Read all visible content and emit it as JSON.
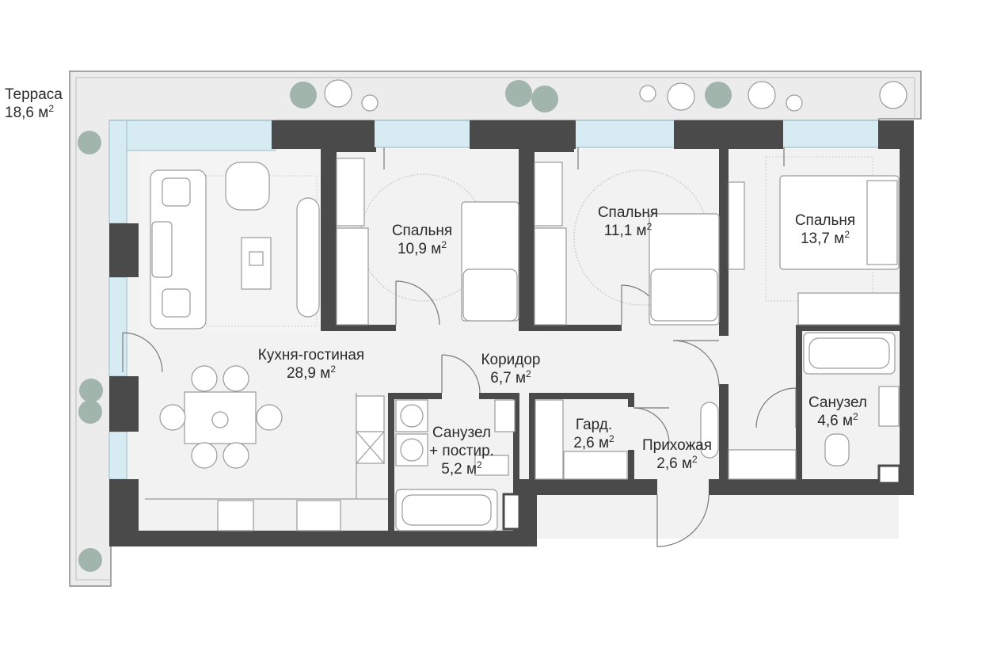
{
  "rooms": [
    {
      "id": "terrace",
      "name": "Терраса",
      "area": "18,6",
      "unit": "м"
    },
    {
      "id": "kitchen-living",
      "name": "Кухня-гостиная",
      "area": "28,9",
      "unit": "м"
    },
    {
      "id": "bedroom-1",
      "name": "Спальня",
      "area": "10,9",
      "unit": "м"
    },
    {
      "id": "bedroom-2",
      "name": "Спальня",
      "area": "11,1",
      "unit": "м"
    },
    {
      "id": "bedroom-3",
      "name": "Спальня",
      "area": "13,7",
      "unit": "м"
    },
    {
      "id": "corridor",
      "name": "Коридор",
      "area": "6,7",
      "unit": "м"
    },
    {
      "id": "bathroom-laundry",
      "name": "Санузел",
      "name2": "+ постир.",
      "area": "5,2",
      "unit": "м"
    },
    {
      "id": "wardrobe",
      "name": "Гард.",
      "area": "2,6",
      "unit": "м"
    },
    {
      "id": "hallway",
      "name": "Прихожая",
      "area": "2,6",
      "unit": "м"
    },
    {
      "id": "bathroom",
      "name": "Санузел",
      "area": "4,6",
      "unit": "м"
    }
  ],
  "unit_power": "2",
  "colors": {
    "wall": "#4a4a4a",
    "floor": "#f2f2f2",
    "terrace": "#ececec",
    "glass": "#d6ecf2",
    "furniture": "#9a9a9a",
    "plant": "#8aa398",
    "text": "#2b2b2b"
  }
}
